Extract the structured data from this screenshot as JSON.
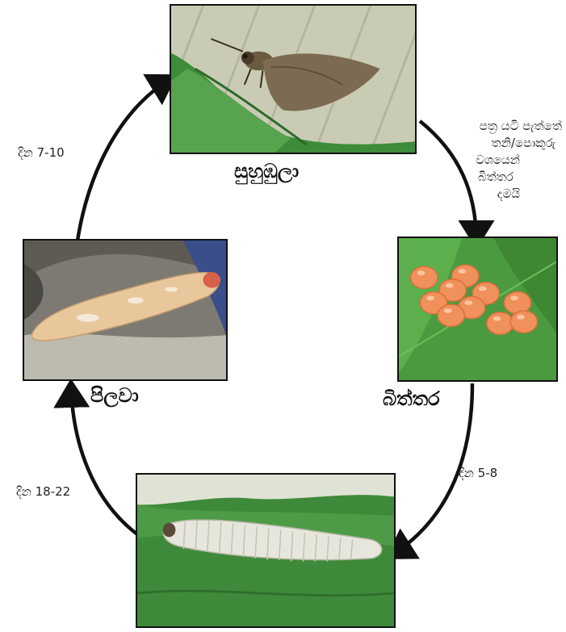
{
  "stages": {
    "adult": {
      "label": "සුහුඹුලා"
    },
    "egg": {
      "label": "බිත්තර"
    },
    "larva": {
      "label": ""
    },
    "pupa": {
      "label": "පිලවා"
    }
  },
  "notes": {
    "egg_laying": [
      "පත්‍ර යටි පැත්තේ",
      "තනි/පොකුරු",
      "වශයෙන්",
      "බිත්තර",
      "දමයි"
    ],
    "egg_to_larva": "දින 5-8",
    "larva_to_pupa": "දින 18-22",
    "pupa_to_adult": "දින 7-10"
  },
  "colors": {
    "arrow": "#111111",
    "leaf_green": "#3f8a3a",
    "egg_orange": "#f0905a"
  }
}
